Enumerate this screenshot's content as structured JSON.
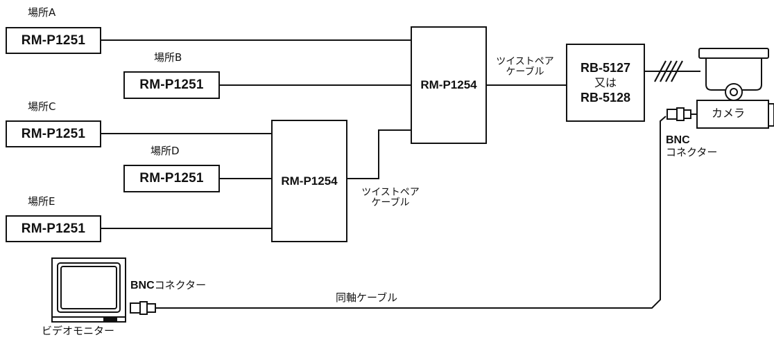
{
  "locations": [
    {
      "place": "場所A",
      "unit": "RM-P1251"
    },
    {
      "place": "場所B",
      "unit": "RM-P1251"
    },
    {
      "place": "場所C",
      "unit": "RM-P1251"
    },
    {
      "place": "場所D",
      "unit": "RM-P1251"
    },
    {
      "place": "場所E",
      "unit": "RM-P1251"
    }
  ],
  "hubs": [
    {
      "label": "RM-P1254"
    },
    {
      "label": "RM-P1254"
    }
  ],
  "receiver": {
    "line1": "RB-5127",
    "line2": "又は",
    "line3": "RB-5128"
  },
  "twisted_pair_top": {
    "line1": "ツイストペア",
    "line2": "ケーブル"
  },
  "twisted_pair_bottom": {
    "line1": "ツイストペア",
    "line2": "ケーブル"
  },
  "camera": {
    "label": "カメラ"
  },
  "camera_connector": {
    "line1": "BNC",
    "line2": "コネクター"
  },
  "monitor": {
    "label": "ビデオモニター"
  },
  "monitor_connector": {
    "bold": "BNC",
    "rest": "コネクター"
  },
  "coax": {
    "label": "同軸ケーブル"
  }
}
